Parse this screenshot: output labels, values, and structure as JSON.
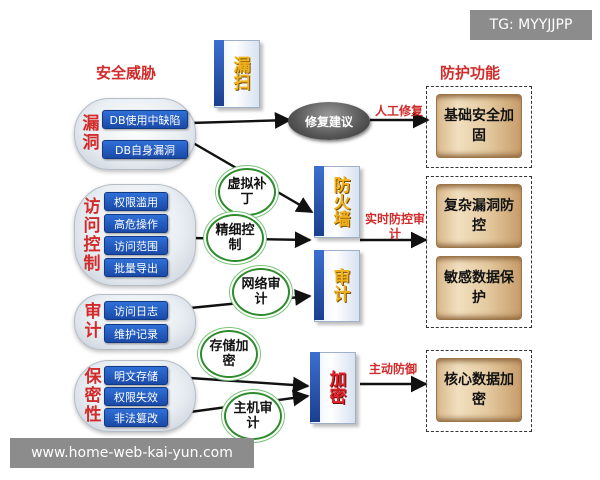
{
  "watermark_top": "TG: MYYJJPP",
  "watermark_bottom": "www.home-web-kai-yun.com",
  "headers": {
    "threats": "安全威胁",
    "functions": "防护功能"
  },
  "groups": [
    {
      "label": "漏洞",
      "items": [
        "DB使用中缺陷",
        "DB自身漏洞"
      ]
    },
    {
      "label": "访问控制",
      "items": [
        "权限滥用",
        "高危操作",
        "访问范围",
        "批量导出"
      ]
    },
    {
      "label": "审计",
      "items": [
        "访问日志",
        "维护记录"
      ]
    },
    {
      "label": "保密性",
      "items": [
        "明文存储",
        "权限失效",
        "非法篡改"
      ]
    }
  ],
  "products": [
    {
      "label": "漏扫"
    },
    {
      "label": "防火墙"
    },
    {
      "label": "审计"
    },
    {
      "label": "加密"
    }
  ],
  "clouds": [
    {
      "text": "虚拟补丁"
    },
    {
      "text": "精细控制"
    },
    {
      "text": "网络审计"
    },
    {
      "text": "存储加密"
    },
    {
      "text": "主机审计"
    }
  ],
  "repair_node": "修复建议",
  "link_labels": {
    "manual_repair": "人工修复",
    "realtime": "实时防控审计",
    "active": "主动防御"
  },
  "functions": [
    {
      "text": "基础安全加固"
    },
    {
      "text": "复杂漏洞防控"
    },
    {
      "text": "敏感数据保护"
    },
    {
      "text": "核心数据加密"
    }
  ],
  "colors": {
    "accent_red": "#d22b2b",
    "threat_blue": "#1f56b8",
    "cloud_green": "#2e8b2e"
  }
}
